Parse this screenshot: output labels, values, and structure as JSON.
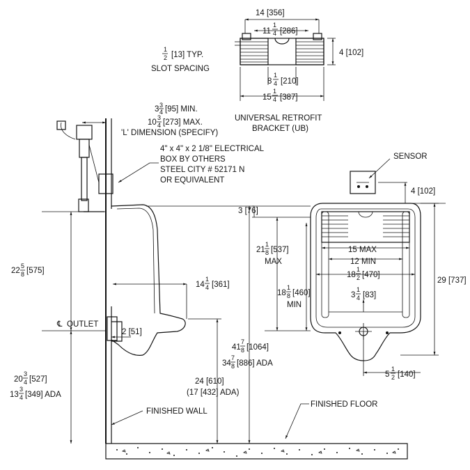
{
  "bracket": {
    "overall_width": "14 [356]",
    "slot_a_w": "11",
    "slot_a_n": "1",
    "slot_a_d": "4",
    "slot_a_mm": "[286]",
    "slot_spacing_n": "1",
    "slot_spacing_d": "2",
    "slot_spacing_mm": "[13] TYP.",
    "slot_spacing_label": "SLOT SPACING",
    "height": "4 [102]",
    "inner_w": "8",
    "inner_n": "1",
    "inner_d": "4",
    "inner_mm": "[210]",
    "outer_w": "15",
    "outer_n": "1",
    "outer_d": "4",
    "outer_mm": "[387]",
    "caption_1": "UNIVERSAL RETROFIT",
    "caption_2": "BRACKET (UB)"
  },
  "l_dimension": {
    "min_w": "3",
    "min_n": "3",
    "min_d": "4",
    "min_mm": "[95] MIN.",
    "max_w": "10",
    "max_n": "3",
    "max_d": "4",
    "max_mm": "[273] MAX.",
    "label": "'L' DIMENSION (SPECIFY)"
  },
  "electrical_box": {
    "line_1": "4\" x 4\" x 2 1/8\" ELECTRICAL",
    "line_2": "BOX BY OTHERS",
    "line_3": "STEEL CITY # 52171 N",
    "line_4": "OR EQUIVALENT"
  },
  "side_view": {
    "height_w": "22",
    "height_n": "5",
    "height_d": "8",
    "height_mm": "[575]",
    "depth_w": "14",
    "depth_n": "1",
    "depth_d": "4",
    "depth_mm": "[361]",
    "outlet_label": "OUTLET",
    "outlet_symbol": "℄",
    "outlet_dim": "2 [51]",
    "outlet_height_w": "20",
    "outlet_height_n": "3",
    "outlet_height_d": "4",
    "outlet_height_mm": "[527]",
    "outlet_ada_w": "13",
    "outlet_ada_n": "3",
    "outlet_ada_d": "4",
    "outlet_ada_mm": "[349] ADA",
    "rim_height": "24 [610]",
    "rim_ada": "(17 [432] ADA)",
    "top_height_w": "41",
    "top_height_n": "7",
    "top_height_d": "8",
    "top_height_mm": "[1064]",
    "top_ada_w": "34",
    "top_ada_n": "7",
    "top_ada_d": "8",
    "top_ada_mm": "[886] ADA",
    "finished_wall": "FINISHED WALL",
    "finished_floor": "FINISHED FLOOR"
  },
  "front_view": {
    "sensor_label": "SENSOR",
    "sensor_offset": "4 [102]",
    "top_offset": "3 [76]",
    "max_height_w": "21",
    "max_height_n": "1",
    "max_height_d": "8",
    "max_height_mm": "[537]",
    "max_label": "MAX",
    "bracket_span_max": "15 MAX",
    "bracket_span_min": "12 MIN",
    "width_w": "18",
    "width_n": "1",
    "width_d": "2",
    "width_mm": "[470]",
    "min_height_w": "18",
    "min_height_n": "1",
    "min_height_d": "8",
    "min_height_mm": "[460]",
    "min_label": "MIN",
    "drain_w": "3",
    "drain_n": "1",
    "drain_d": "4",
    "drain_mm": "[83]",
    "overall_height": "29 [737]",
    "drain_offset_w": "5",
    "drain_offset_n": "1",
    "drain_offset_d": "2",
    "drain_offset_mm": "[140]"
  }
}
